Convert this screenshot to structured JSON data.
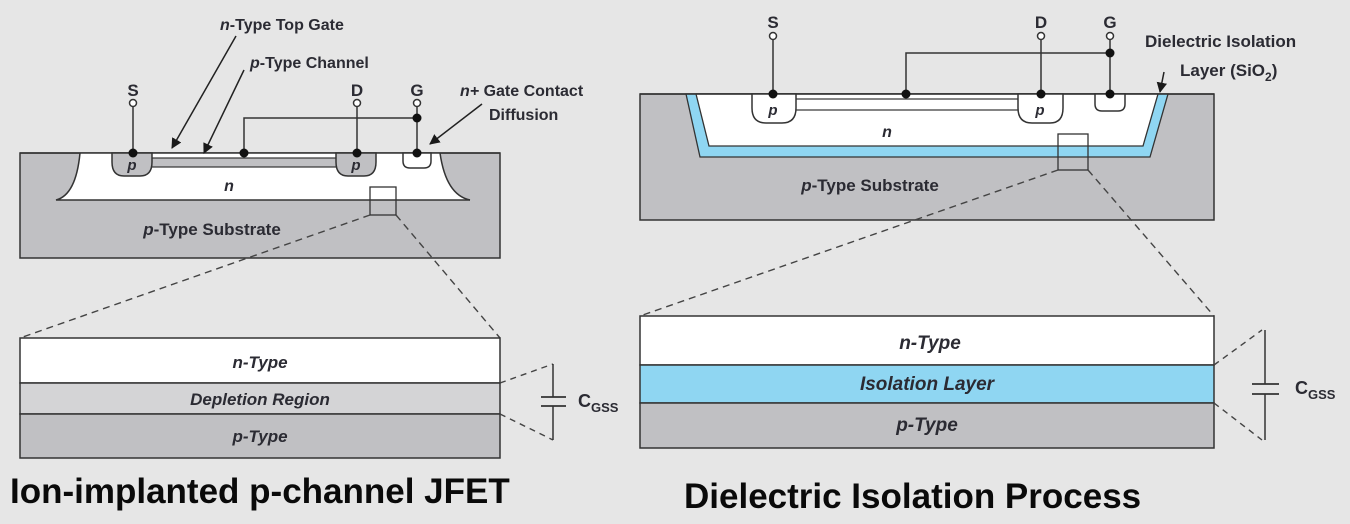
{
  "colors": {
    "background": "#e6e6e6",
    "substrate": "#c0c0c3",
    "n_region": "#ffffff",
    "depletion": "#d4d4d6",
    "isolation": "#8fd6f2",
    "line": "#333333"
  },
  "left": {
    "caption": "Ion-implanted p-channel JFET",
    "labels": {
      "top_gate_prefix": "n",
      "top_gate": "-Type Top Gate",
      "channel_prefix": "p",
      "channel": "-Type Channel",
      "gate_contact_prefix": "n+",
      "gate_contact_l1": " Gate Contact",
      "gate_contact_l2": "Diffusion",
      "substrate_prefix": "p",
      "substrate": "-Type Substrate",
      "n_well": "n",
      "p_source": "p",
      "p_drain": "p"
    },
    "terminals": {
      "source": "S",
      "drain": "D",
      "gate": "G"
    },
    "layers": {
      "top": "n-Type",
      "middle": "Depletion Region",
      "bottom": "p-Type"
    },
    "capacitor": {
      "main": "C",
      "sub": "GSS"
    }
  },
  "right": {
    "caption": "Dielectric Isolation Process",
    "labels": {
      "isolation_l1": "Dielectric Isolation",
      "isolation_l2": "Layer (SiO",
      "isolation_sub": "2",
      "isolation_end": ")",
      "substrate_prefix": "p",
      "substrate": "-Type Substrate",
      "n_well": "n",
      "p_source": "p",
      "p_drain": "p"
    },
    "terminals": {
      "source": "S",
      "drain": "D",
      "gate": "G"
    },
    "layers": {
      "top": "n-Type",
      "middle": "Isolation Layer",
      "bottom": "p-Type"
    },
    "capacitor": {
      "main": "C",
      "sub": "GSS"
    }
  }
}
